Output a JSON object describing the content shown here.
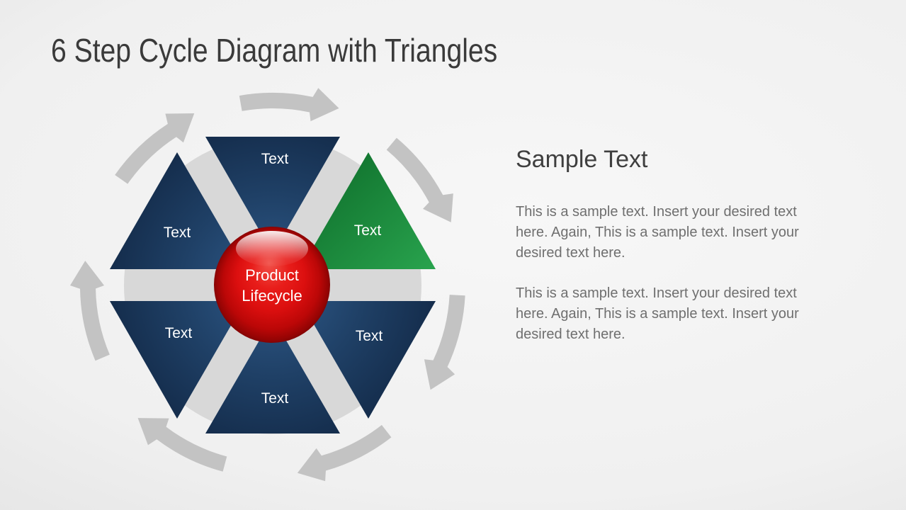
{
  "slide": {
    "title": "6 Step Cycle Diagram with Triangles"
  },
  "diagram": {
    "name": "6-step-cycle-diagram",
    "center": {
      "shape": "glossy-sphere",
      "label_lines": [
        "Product",
        "Lifecycle"
      ]
    },
    "segments": [
      {
        "position": "top",
        "label": "Text",
        "color_key": "navy"
      },
      {
        "position": "upper-right",
        "label": "Text",
        "color_key": "green"
      },
      {
        "position": "lower-right",
        "label": "Text",
        "color_key": "navy"
      },
      {
        "position": "bottom",
        "label": "Text",
        "color_key": "navy"
      },
      {
        "position": "lower-left",
        "label": "Text",
        "color_key": "navy"
      },
      {
        "position": "upper-left",
        "label": "Text",
        "color_key": "navy"
      }
    ],
    "arrows": {
      "icon": "curved-arrow-clockwise",
      "count": 7,
      "color": "#c3c3c3"
    },
    "colors": {
      "disc": "#d8d8d8",
      "navy_inner": "#2f5b8b",
      "navy_mid": "#1f4066",
      "navy_outer": "#142c4b",
      "green_dark": "#10712d",
      "green_light": "#28a24d",
      "red_highlight": "#f05048",
      "red_main": "#dc0f0f",
      "red_dark": "#7e0303"
    }
  },
  "content": {
    "heading": "Sample Text",
    "paragraphs": [
      "This is a sample text. Insert your desired text here. Again, This is a sample text. Insert your desired text here.",
      "This is a sample text. Insert your desired text here. Again, This is a sample text. Insert your desired text here."
    ]
  }
}
